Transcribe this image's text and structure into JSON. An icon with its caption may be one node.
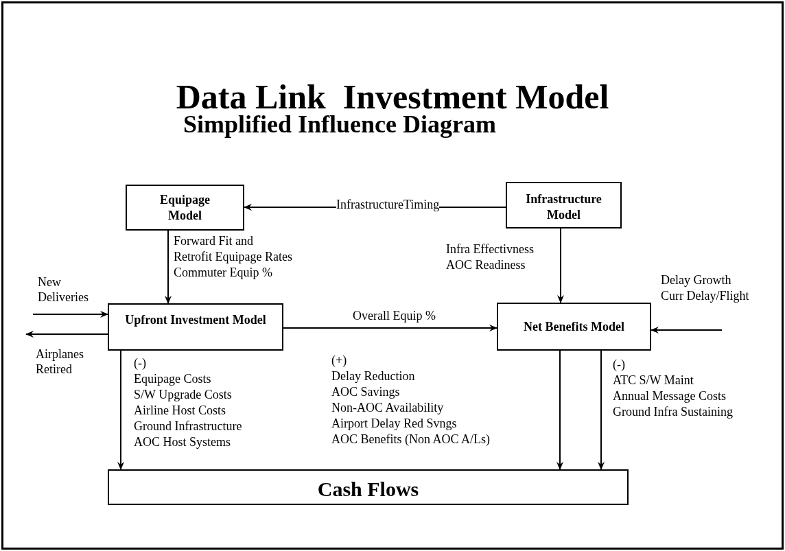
{
  "diagram": {
    "title": "Data Link  Investment Model",
    "caption": "Simplified Influence Diagram",
    "nodes": [
      {
        "text": [
          "Equipage Model"
        ]
      },
      {
        "text": [
          "Infrastructure Model"
        ]
      },
      {
        "text": [
          "Upfront Investment Model"
        ]
      },
      {
        "text": [
          "Net Benefits Model"
        ]
      },
      {
        "text": [
          "Cash Flows"
        ]
      }
    ],
    "edges": [
      {
        "from": 1,
        "to": 0,
        "arrow": "to",
        "label": "InfrastructureTiming"
      },
      {
        "from": 0,
        "to": 2,
        "arrow": "to"
      },
      {
        "from": 1,
        "to": 3,
        "arrow": "to"
      },
      {
        "from": null,
        "to": 2,
        "arrow": "to",
        "label": "New Deliveries"
      },
      {
        "from": 2,
        "to": null,
        "arrow": "to",
        "label": "Airplanes Retired"
      },
      {
        "from": 2,
        "to": 3,
        "arrow": "to",
        "label": "Overall Equip %"
      },
      {
        "from": null,
        "to": 3,
        "arrow": "to"
      },
      {
        "from": 2,
        "to": 4,
        "arrow": "to"
      },
      {
        "from": 3,
        "to": 4,
        "arrow": "to"
      },
      {
        "from": 3,
        "to": 4,
        "arrow": "to"
      }
    ],
    "labels": [
      "Forward Fit and",
      "Retrofit Equipage Rates",
      "Commuter Equip %",
      "Infra Effectivness",
      "AOC Readiness",
      "Delay Growth",
      "Curr Delay/Flight",
      "(-)",
      "Equipage Costs",
      "S/W Upgrade Costs",
      "Airline Host Costs",
      "Ground Infrastructure",
      "AOC Host Systems",
      "(+)",
      "Delay Reduction",
      "AOC Savings",
      "Non-AOC Availability",
      "Airport Delay Red Svngs",
      "AOC Benefits (Non AOC A/Ls)",
      "(-)",
      "ATC S/W Maint",
      "Annual Message Costs",
      "Ground Infra Sustaining"
    ]
  }
}
